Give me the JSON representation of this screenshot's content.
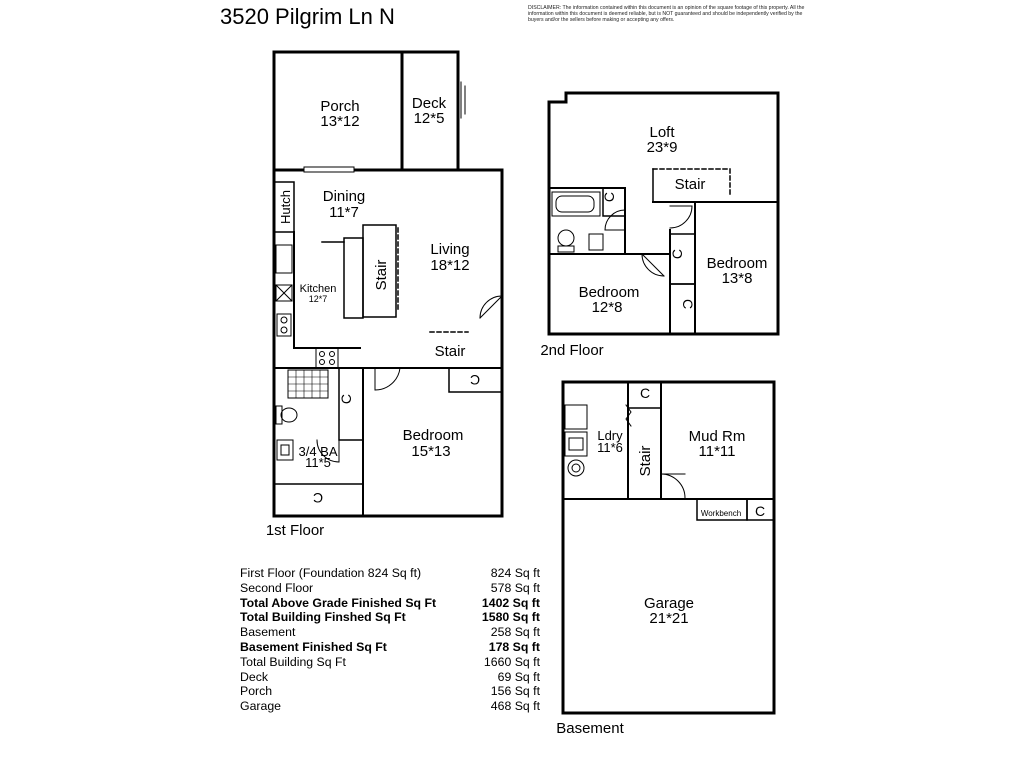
{
  "title": "3520 Pilgrim Ln N",
  "disclaimer": "DISCLAIMER: The information contained within this document is an opinion of the square footage of this property. All the information within this document is deemed reliable, but is NOT guaranteed and should be independently verified by the buyers and/or the sellers before making or accepting any offers.",
  "floors": {
    "first": {
      "label": "1st Floor",
      "rooms": {
        "porch": {
          "name": "Porch",
          "dims": "13*12"
        },
        "deck": {
          "name": "Deck",
          "dims": "12*5"
        },
        "dining": {
          "name": "Dining",
          "dims": "11*7"
        },
        "hutch": {
          "name": "Hutch"
        },
        "living": {
          "name": "Living",
          "dims": "18*12"
        },
        "kitchen": {
          "name": "Kitchen",
          "dims": "12*7"
        },
        "stair_v": {
          "name": "Stair"
        },
        "stair_h": {
          "name": "Stair"
        },
        "bath": {
          "name": "3/4 BA",
          "dims": "11*5"
        },
        "bedroom": {
          "name": "Bedroom",
          "dims": "15*13"
        },
        "closet1": {
          "name": "C"
        },
        "closet2": {
          "name": "C"
        },
        "closet3": {
          "name": "C"
        }
      }
    },
    "second": {
      "label": "2nd Floor",
      "rooms": {
        "loft": {
          "name": "Loft",
          "dims": "23*9"
        },
        "stair": {
          "name": "Stair"
        },
        "bedroom_right": {
          "name": "Bedroom",
          "dims": "13*8"
        },
        "bedroom_left": {
          "name": "Bedroom",
          "dims": "12*8"
        },
        "closet1": {
          "name": "C"
        },
        "closet2": {
          "name": "C"
        },
        "closet3": {
          "name": "C"
        }
      }
    },
    "basement": {
      "label": "Basement",
      "rooms": {
        "laundry": {
          "name": "Ldry",
          "dims": "11*6"
        },
        "stair": {
          "name": "Stair"
        },
        "mudroom": {
          "name": "Mud Rm",
          "dims": "11*11"
        },
        "workbench": {
          "name": "Workbench"
        },
        "garage": {
          "name": "Garage",
          "dims": "21*21"
        },
        "closet1": {
          "name": "C"
        },
        "closet2": {
          "name": "C"
        }
      }
    }
  },
  "summary": [
    {
      "label": "First Floor (Foundation 824 Sq ft)",
      "value": "824 Sq ft",
      "bold": false
    },
    {
      "label": "Second Floor",
      "value": "578 Sq ft",
      "bold": false
    },
    {
      "label": "Total Above Grade Finished Sq Ft",
      "value": "1402 Sq ft",
      "bold": true
    },
    {
      "label": "Total Building Finshed Sq Ft",
      "value": "1580 Sq ft",
      "bold": true
    },
    {
      "label": "Basement",
      "value": "258 Sq ft",
      "bold": false
    },
    {
      "label": "Basement Finished Sq Ft",
      "value": "178 Sq ft",
      "bold": true
    },
    {
      "label": "Total Building Sq Ft",
      "value": "1660 Sq ft",
      "bold": false
    },
    {
      "label": "Deck",
      "value": "69 Sq ft",
      "bold": false
    },
    {
      "label": "Porch",
      "value": "156 Sq ft",
      "bold": false
    },
    {
      "label": "Garage",
      "value": "468 Sq ft",
      "bold": false
    }
  ]
}
